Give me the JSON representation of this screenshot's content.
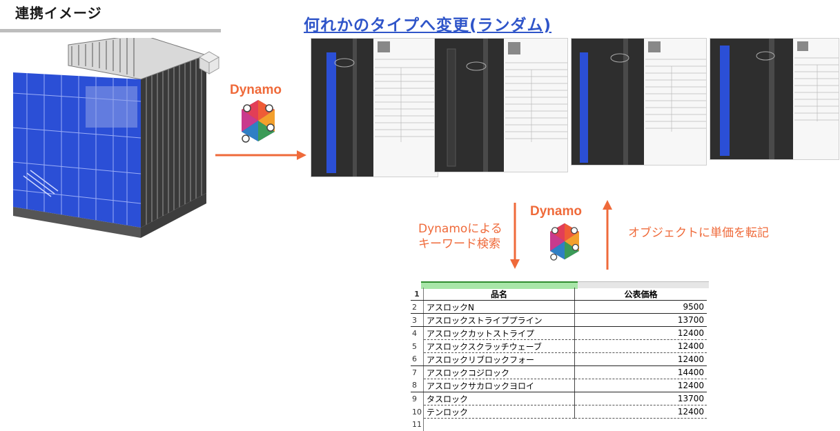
{
  "header": {
    "title": "連携イメージ"
  },
  "random_title": "何れかのタイプへ変更(ランダム)",
  "dynamo": {
    "label_left": "Dynamo",
    "label_mid": "Dynamo"
  },
  "arrows": {
    "search_text_line1": "Dynamoによる",
    "search_text_line2": "キーワード検索",
    "post_text": "オブジェクトに単価を転記"
  },
  "colors": {
    "accent_orange": "#ef6a3a",
    "title_blue": "#2f55c9",
    "selection_blue": "#2b4fd6"
  },
  "sheet": {
    "header": {
      "name": "品名",
      "price": "公表価格"
    },
    "rows": [
      {
        "num": "2",
        "name": "アスロックN",
        "price": "9500"
      },
      {
        "num": "3",
        "name": "アスロックストライププライン",
        "price": "13700"
      },
      {
        "num": "4",
        "name": "アスロックカットストライプ",
        "price": "12400"
      },
      {
        "num": "5",
        "name": "アスロックスクラッチウェーブ",
        "price": "12400"
      },
      {
        "num": "6",
        "name": "アスロックリブロックフォー",
        "price": "12400"
      },
      {
        "num": "7",
        "name": "アスロックコジロック",
        "price": "14400"
      },
      {
        "num": "8",
        "name": "アスロックサカロックヨロイ",
        "price": "12400"
      },
      {
        "num": "9",
        "name": "タスロック",
        "price": "13700"
      },
      {
        "num": "10",
        "name": "テンロック",
        "price": "12400"
      }
    ],
    "row_numbers": {
      "header": "1",
      "last": "11"
    }
  }
}
